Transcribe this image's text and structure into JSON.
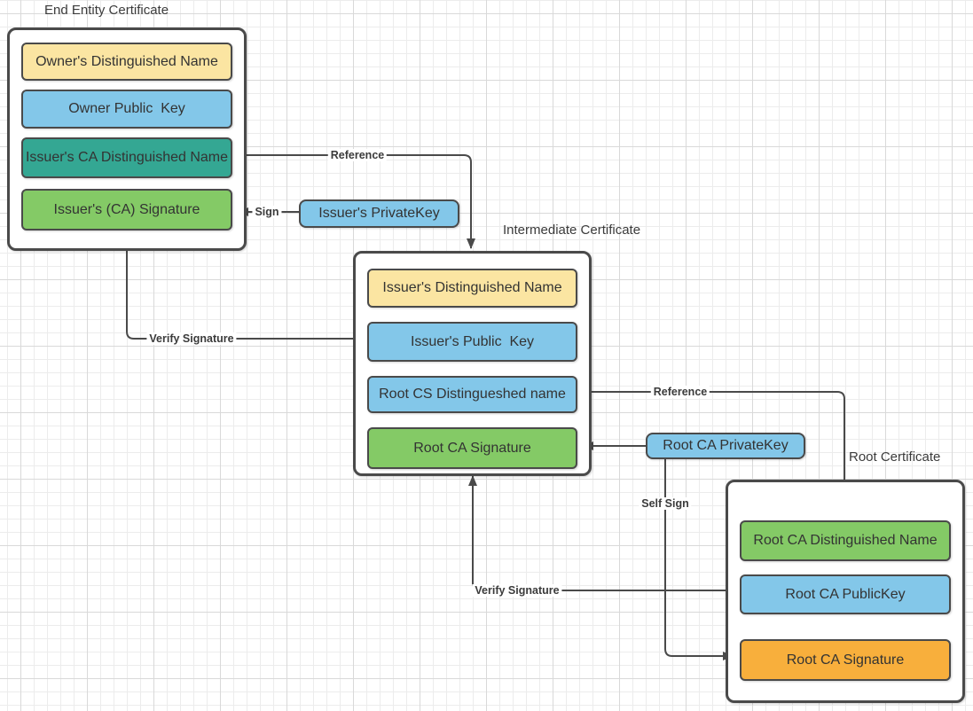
{
  "colors": {
    "yellow": "#FBE5A2",
    "blue": "#83C7E9",
    "teal": "#34A793",
    "green": "#84CA66",
    "orange": "#F8AF3C",
    "line": "#4A4A4A",
    "text": "#333333",
    "label": "#3B3B3B",
    "grid_minor": "#ECECEC",
    "grid_major": "#D9D9D9"
  },
  "certificates": {
    "end_entity": {
      "title": "End Entity Certificate",
      "fields": [
        {
          "label": "Owner's Distinguished Name",
          "fill": "yellow"
        },
        {
          "label": "Owner Public  Key",
          "fill": "blue"
        },
        {
          "label": "Issuer's CA Distinguished Name",
          "fill": "teal"
        },
        {
          "label": "Issuer's (CA) Signature",
          "fill": "green"
        }
      ]
    },
    "intermediate": {
      "title": "Intermediate Certificate",
      "fields": [
        {
          "label": "Issuer's Distinguished Name",
          "fill": "yellow"
        },
        {
          "label": "Issuer's Public  Key",
          "fill": "blue"
        },
        {
          "label": "Root CS Distingueshed name",
          "fill": "blue"
        },
        {
          "label": "Root CA Signature",
          "fill": "green"
        }
      ]
    },
    "root": {
      "title": "Root Certificate",
      "fields": [
        {
          "label": "Root CA Distinguished Name",
          "fill": "green"
        },
        {
          "label": "Root CA PublicKey",
          "fill": "blue"
        },
        {
          "label": "Root CA Signature",
          "fill": "orange"
        }
      ]
    }
  },
  "keys": {
    "issuer_private_key": {
      "label": "Issuer's PrivateKey",
      "fill": "blue"
    },
    "root_private_key": {
      "label": "Root CA PrivateKey",
      "fill": "blue"
    }
  },
  "connectors": {
    "reference_1": "Reference",
    "sign": "Sign",
    "verify_signature_1": "Verify Signature",
    "reference_2": "Reference",
    "self_sign": "Self Sign",
    "verify_signature_2": "Verify Signature"
  }
}
